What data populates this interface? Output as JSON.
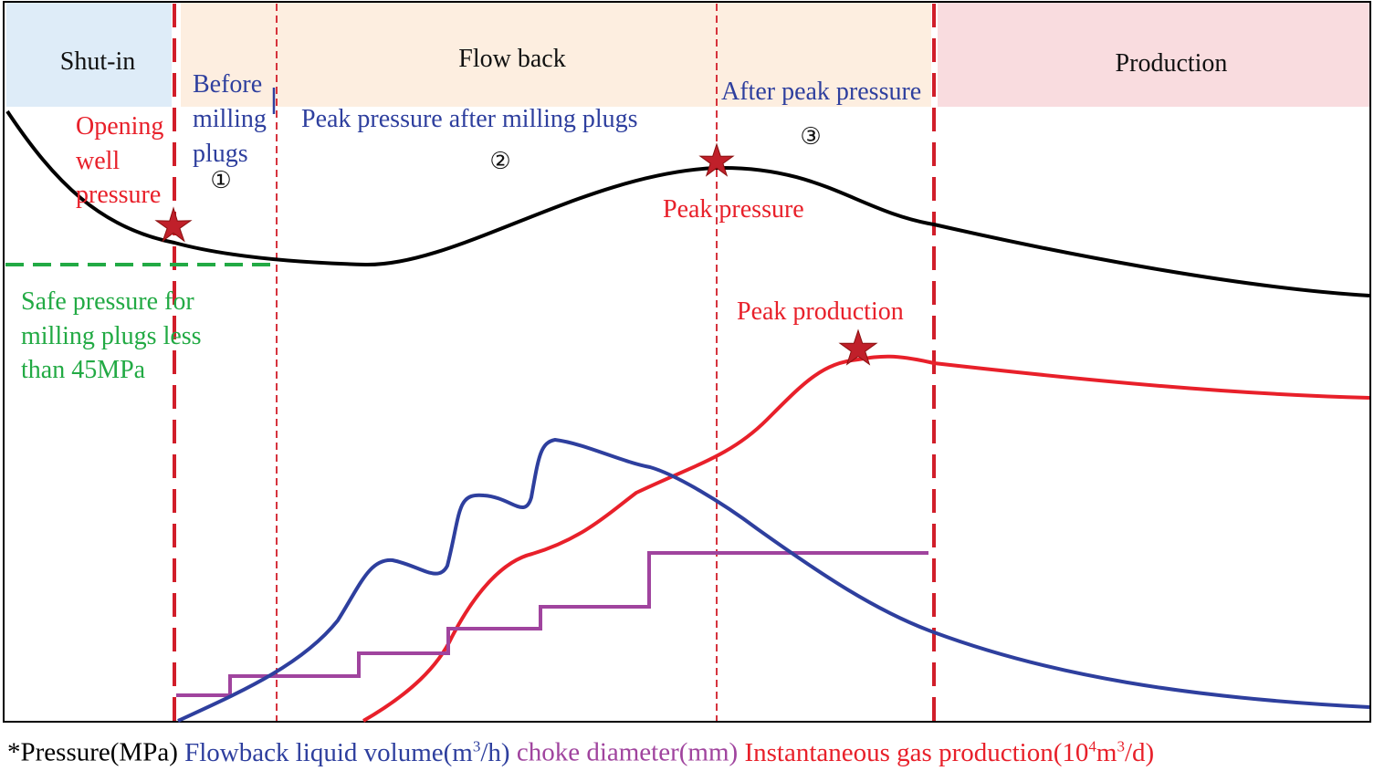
{
  "phases": {
    "shut_in": "Shut-in",
    "flow_back": "Flow back",
    "production": "Production"
  },
  "stages": {
    "before_milling": [
      "Before",
      "milling",
      "plugs"
    ],
    "before_milling_num": "①",
    "peak_after_milling": "Peak pressure after milling plugs",
    "peak_after_milling_num": "②",
    "after_peak": "After peak pressure",
    "after_peak_num": "③"
  },
  "annotations": {
    "opening_well_pressure": [
      "Opening",
      "well",
      "pressure"
    ],
    "peak_pressure": "Peak pressure",
    "peak_production": "Peak production",
    "safe_pressure": [
      "Safe pressure for",
      "milling plugs less",
      "than 45MPa"
    ]
  },
  "legend": {
    "pressure": "*Pressure(MPa)",
    "liquid_pre": "Flowback liquid volume(m",
    "liquid_sup": "3",
    "liquid_post": "/h)",
    "choke": "choke diameter(mm)",
    "gas_pre": "Instantaneous gas production(10",
    "gas_sup1": "4",
    "gas_mid": "m",
    "gas_sup2": "3",
    "gas_post": "/d)"
  },
  "colors": {
    "pressure": "#000000",
    "liquid": "#2e3f9e",
    "choke": "#a0449e",
    "gas": "#e8202a",
    "safe": "#22aa44",
    "shut_in_bg": "#deecf8",
    "flow_back_bg": "#fdeee0",
    "production_bg": "#f9dcdf",
    "star": "#c0202a",
    "stage_text": "#2e3f9e",
    "annotation_text": "#e8202a"
  }
}
